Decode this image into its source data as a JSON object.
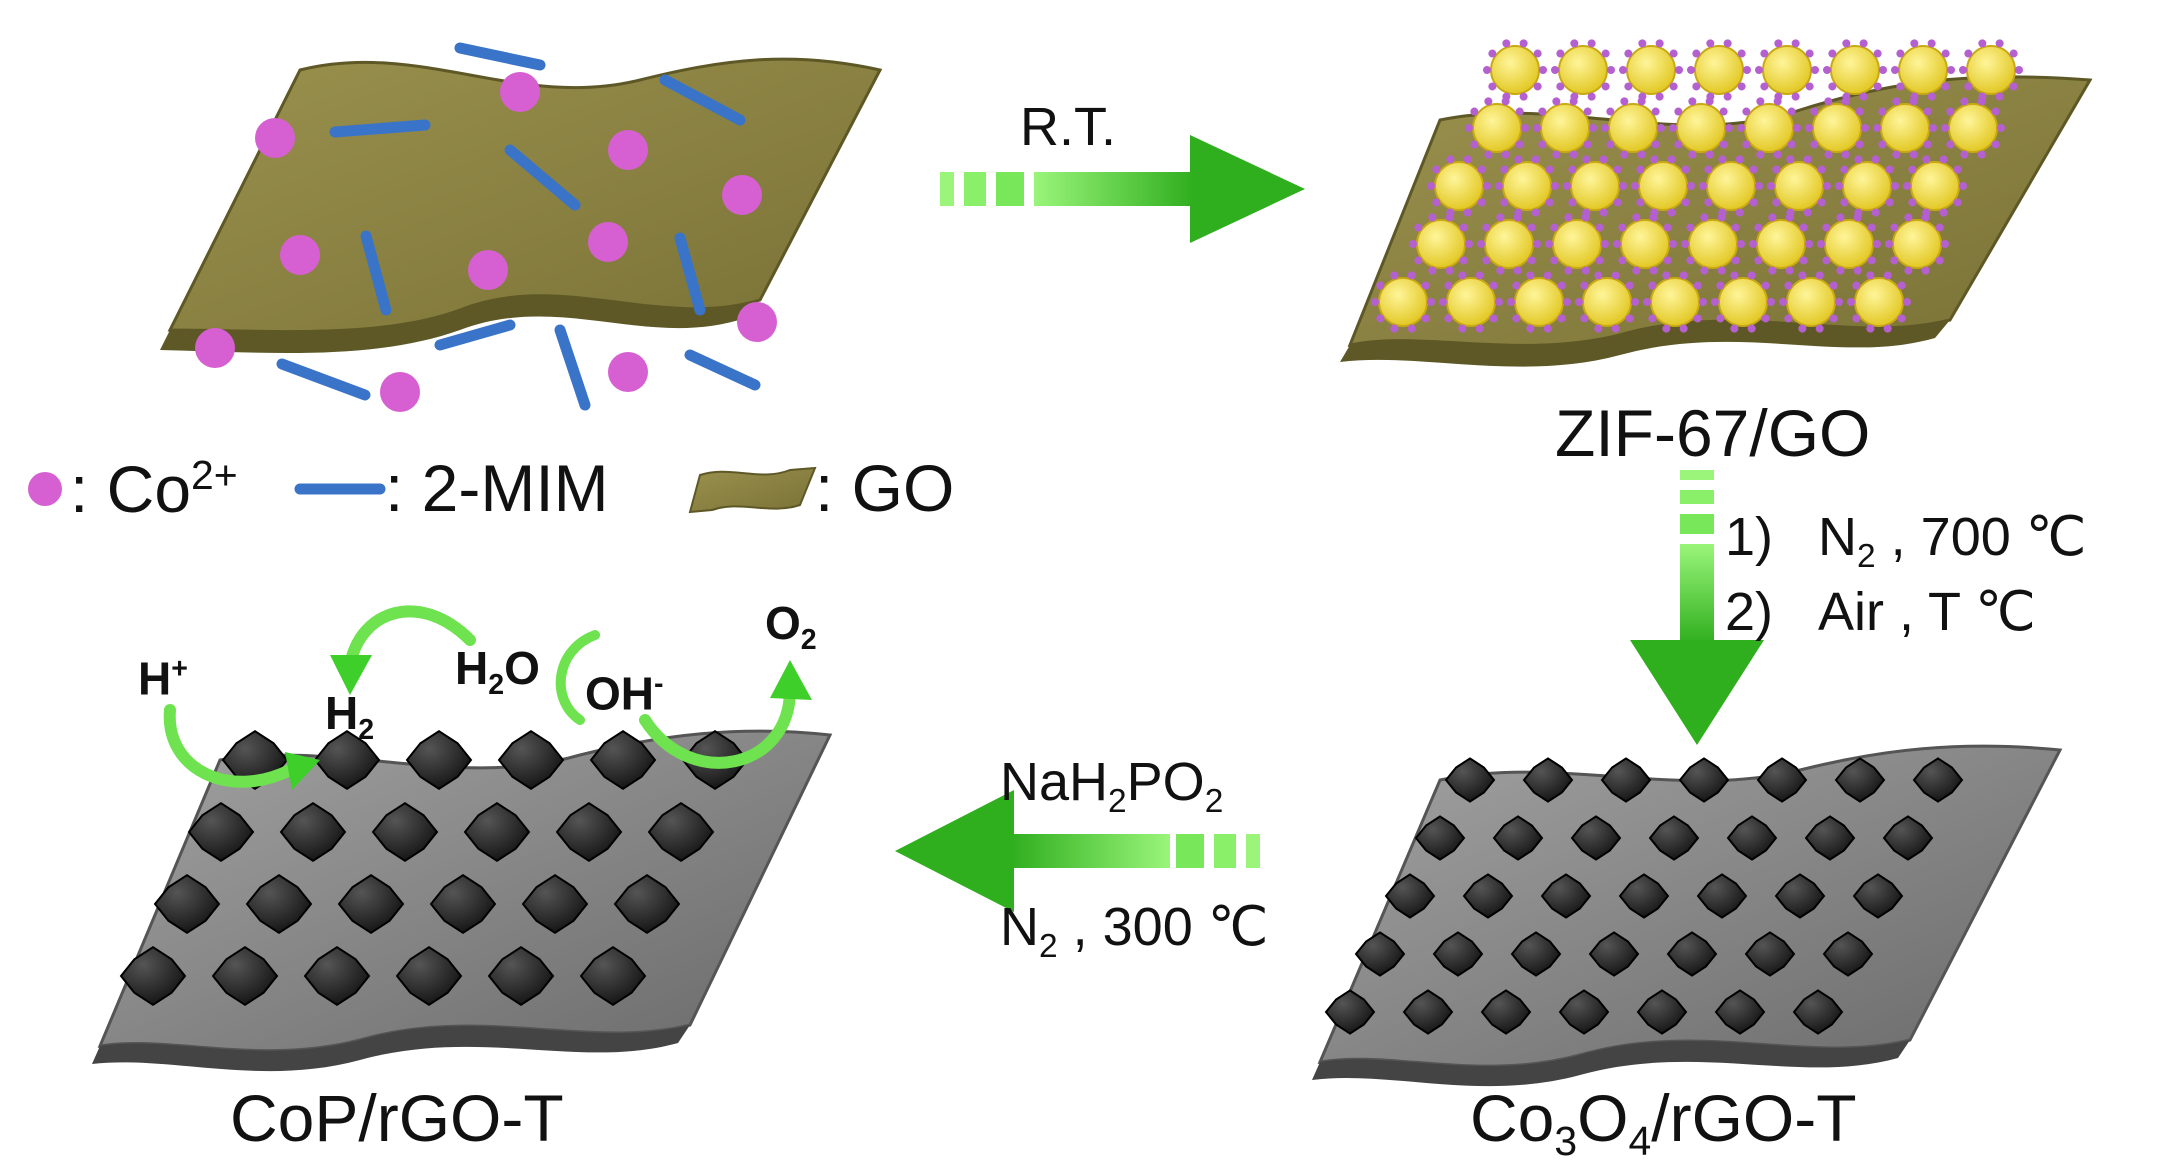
{
  "colors": {
    "go_sheet": "#8a8142",
    "go_sheet_edge": "#6b642e",
    "co_ion": "#d660d2",
    "mim_stick": "#3a74c8",
    "arrow_green": "#3fcf2a",
    "arrow_green_light": "#8ff070",
    "zif_yellow": "#f2de3a",
    "zif_purple": "#b560d0",
    "rgo_sheet": "#8c8c8c",
    "particle_black": "#151515"
  },
  "icons": [
    "co-ion-icon",
    "2-mim-icon",
    "go-sheet-icon",
    "green-arrow-icon",
    "curved-arrow-icon"
  ],
  "legend": {
    "co": {
      "prefix": ": Co",
      "sup": "2+"
    },
    "mim": {
      "text": ": 2-MIM"
    },
    "go": {
      "text": ": GO"
    }
  },
  "steps": {
    "rt": {
      "text": "R.T."
    },
    "zif_label": {
      "text": "ZIF-67/GO"
    },
    "calcination": {
      "step1": {
        "num": "1)",
        "n": "N",
        "n_sub": "2",
        "rest": " , 700 ℃"
      },
      "step2": {
        "num": "2)",
        "text": "Air , T ℃"
      }
    },
    "co3o4_label": {
      "a": "Co",
      "a_sub": "3",
      "b": "O",
      "b_sub": "4",
      "c": "/rGO-T"
    },
    "phos": {
      "line1": {
        "a": "NaH",
        "a_sub": "2",
        "b": "PO",
        "b_sub": "2"
      },
      "line2": {
        "a": "N",
        "a_sub": "2",
        "b": " , 300 ℃"
      }
    },
    "cop_label": {
      "text": "CoP/rGO-T"
    }
  },
  "reactions": {
    "h_plus": {
      "a": "H",
      "a_sup": "+"
    },
    "h2": {
      "a": "H",
      "a_sub": "2"
    },
    "h2o": {
      "a": "H",
      "a_sub": "2",
      "b": "O"
    },
    "oh": {
      "a": "OH",
      "a_sup": "-"
    },
    "o2": {
      "a": "O",
      "a_sub": "2"
    }
  }
}
